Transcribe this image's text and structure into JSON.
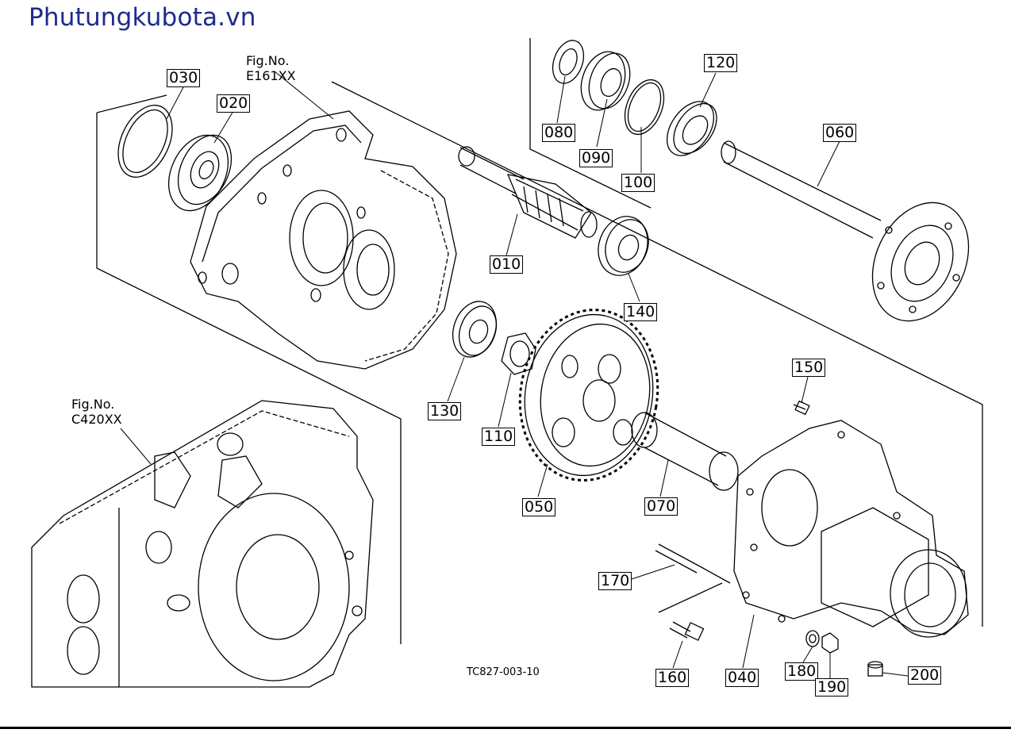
{
  "site_title": "Phutungkubota.vn",
  "drawing_code": "TC827-003-10",
  "figure_refs": [
    {
      "label": "Fig.No.",
      "code": "E161XX"
    },
    {
      "label": "Fig.No.",
      "code": "C420XX"
    }
  ],
  "part_labels": [
    "030",
    "020",
    "080",
    "090",
    "100",
    "120",
    "060",
    "010",
    "140",
    "130",
    "110",
    "050",
    "070",
    "150",
    "170",
    "160",
    "040",
    "180",
    "190",
    "200"
  ]
}
